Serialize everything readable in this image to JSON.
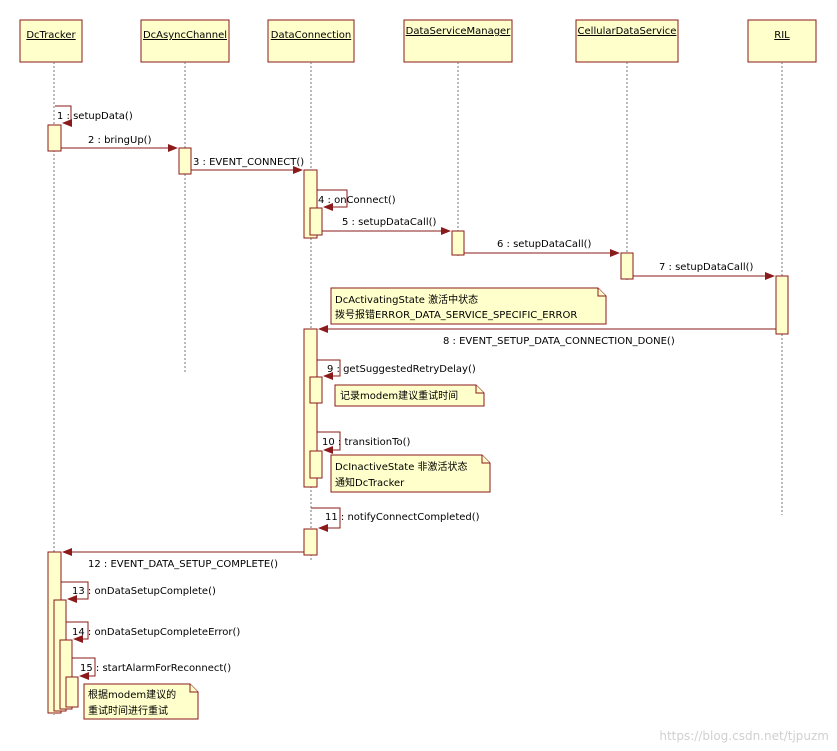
{
  "lifelines": [
    {
      "name": "DcTracker"
    },
    {
      "name": "DcAsyncChannel"
    },
    {
      "name": "DataConnection"
    },
    {
      "name": "DataServiceManager"
    },
    {
      "name": "CellularDataService"
    },
    {
      "name": "RIL"
    }
  ],
  "messages": [
    {
      "label": "1 : setupData()"
    },
    {
      "label": "2 : bringUp()"
    },
    {
      "label": "3 : EVENT_CONNECT()"
    },
    {
      "label": "4 : onConnect()"
    },
    {
      "label": "5 : setupDataCall()"
    },
    {
      "label": "6 : setupDataCall()"
    },
    {
      "label": "7 : setupDataCall()"
    },
    {
      "label": "8 : EVENT_SETUP_DATA_CONNECTION_DONE()"
    },
    {
      "label": "9 : getSuggestedRetryDelay()"
    },
    {
      "label": "10 : transitionTo()"
    },
    {
      "label": "11 : notifyConnectCompleted()"
    },
    {
      "label": "12 : EVENT_DATA_SETUP_COMPLETE()"
    },
    {
      "label": "13 : onDataSetupComplete()"
    },
    {
      "label": "14 : onDataSetupCompleteError()"
    },
    {
      "label": "15 : startAlarmForReconnect()"
    }
  ],
  "notes": [
    {
      "lines": [
        "DcActivatingState 激活中状态",
        "拨号报错ERROR_DATA_SERVICE_SPECIFIC_ERROR"
      ]
    },
    {
      "lines": [
        "记录modem建议重试时间"
      ]
    },
    {
      "lines": [
        "DcInactiveState 非激活状态",
        "通知DcTracker"
      ]
    },
    {
      "lines": [
        "根据modem建议的",
        "重试时间进行重试"
      ]
    }
  ],
  "watermark": "https://blog.csdn.net/tjpuzm"
}
